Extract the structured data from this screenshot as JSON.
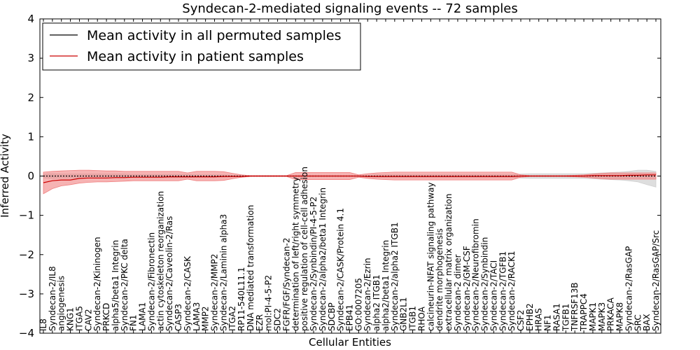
{
  "chart_data": {
    "type": "line",
    "title": "Syndecan-2-mediated signaling events -- 72 samples",
    "xlabel": "Cellular Entities",
    "ylabel": "Inferred Activity",
    "ylim": [
      -4,
      4
    ],
    "yticks": [
      "−4",
      "−3",
      "−2",
      "−1",
      "0",
      "1",
      "2",
      "3",
      "4"
    ],
    "grid": false,
    "legend_position": "top-left",
    "colors": {
      "permuted_line": "#000000",
      "patient_line": "#cc0000",
      "permuted_band": "#d0d0d0",
      "patient_band": "#f08080"
    },
    "categories": [
      "IL8",
      "Syndecan-2/IL8",
      "angiogenesis",
      "KNG1",
      "ITGA5",
      "CAV2",
      "Syndecan-2/Kininogen",
      "PRKCD",
      "alpha5/beta1 Integrin",
      "Syndecan-2/PKC delta",
      "FN1",
      "LAMA1",
      "Syndecan-2/Fibronectin",
      "actin cytoskeleton reorganization",
      "Syndecan-2/Caveolin-2/Ras",
      "CASP3",
      "Syndecan-2/CASK",
      "LAMA3",
      "MMP2",
      "Syndecan-2/MMP2",
      "Syndecan-2/Laminin alpha3",
      "ITGA2",
      "RP11-540L11.1",
      "DNA mediated transformation",
      "EZR",
      "mol:PI-4-5-P2",
      "SDC2",
      "FGFR/FGF/Syndecan-2",
      "determination of left/right symmetry",
      "positive regulation of cell-cell adhesion",
      "Syndecan-2/Synbindin/PI-4-5-P2",
      "Syndecan-2/alpha2/beta1 Integrin",
      "SDCBP",
      "Syndecan-2/CASK/Protein 4.1",
      "EPB41",
      "GO:0007205",
      "Syndecan-2/Ezrin",
      "alpha2 ITGB1",
      "alpha2/beta1 Integrin",
      "Syndecan-2/alpha2 ITGB1",
      "GNB2L1",
      "ITGB1",
      "RHOA",
      "calcineurin-NFAT signaling pathway",
      "dendrite morphogenesis",
      "extracellular matrix organization",
      "Syndecan-2 dimer",
      "Syndecan-2/GM-CSF",
      "Syndecan-2/Neurofibromin",
      "Syndecan-2/Synbindin",
      "Syndecan-2/TACI",
      "Syndecan-2/TGFB1",
      "Syndecan-2/RACK1",
      "CSF2",
      "EPHB2",
      "HRAS",
      "NF1",
      "RASA1",
      "TGFB1",
      "TNFRSF13B",
      "TRAPPC4",
      "MAPK1",
      "MAPK3",
      "PRKACA",
      "MAPK8",
      "Syndecan-2/RasGAP",
      "SRC",
      "BAX",
      "Syndecan-2/RasGAP/Src"
    ],
    "series": [
      {
        "name": "Mean activity in all permuted samples",
        "values": [
          0,
          0,
          0,
          0,
          0,
          0,
          0,
          0,
          0,
          0,
          0,
          0,
          0,
          0,
          0,
          0,
          0,
          0,
          0,
          0,
          0,
          0,
          0,
          0,
          0,
          0,
          0,
          0,
          0,
          0,
          0,
          0,
          0,
          0,
          0,
          0,
          0,
          0,
          0,
          0,
          0,
          0,
          0,
          0,
          0,
          0,
          0,
          0,
          0,
          0,
          0,
          0,
          0,
          0,
          0,
          0,
          0,
          0,
          0,
          0,
          0,
          0,
          0,
          0,
          0,
          0,
          0,
          0,
          0
        ],
        "band_low": [
          -0.05,
          -0.06,
          -0.05,
          -0.05,
          -0.05,
          -0.05,
          -0.05,
          -0.05,
          -0.05,
          -0.05,
          -0.04,
          -0.04,
          -0.04,
          -0.04,
          -0.04,
          -0.04,
          -0.04,
          -0.03,
          -0.03,
          -0.03,
          -0.03,
          -0.02,
          -0.02,
          -0.01,
          -0.01,
          -0.01,
          -0.01,
          -0.01,
          -0.01,
          -0.01,
          -0.01,
          -0.01,
          -0.01,
          -0.01,
          -0.01,
          -0.01,
          -0.02,
          -0.03,
          -0.03,
          -0.03,
          -0.03,
          -0.03,
          -0.03,
          -0.03,
          -0.03,
          -0.03,
          -0.03,
          -0.03,
          -0.03,
          -0.03,
          -0.03,
          -0.03,
          -0.03,
          -0.05,
          -0.06,
          -0.06,
          -0.06,
          -0.06,
          -0.06,
          -0.06,
          -0.06,
          -0.07,
          -0.08,
          -0.09,
          -0.1,
          -0.12,
          -0.15,
          -0.22,
          -0.28
        ],
        "band_high": [
          0.05,
          0.06,
          0.05,
          0.05,
          0.05,
          0.05,
          0.05,
          0.05,
          0.05,
          0.05,
          0.04,
          0.04,
          0.04,
          0.04,
          0.04,
          0.04,
          0.04,
          0.03,
          0.03,
          0.03,
          0.03,
          0.02,
          0.02,
          0.01,
          0.01,
          0.01,
          0.01,
          0.01,
          0.01,
          0.01,
          0.01,
          0.01,
          0.01,
          0.01,
          0.01,
          0.01,
          0.02,
          0.03,
          0.03,
          0.03,
          0.03,
          0.03,
          0.03,
          0.03,
          0.03,
          0.03,
          0.03,
          0.03,
          0.03,
          0.03,
          0.03,
          0.03,
          0.03,
          0.05,
          0.06,
          0.06,
          0.06,
          0.06,
          0.06,
          0.06,
          0.06,
          0.07,
          0.08,
          0.09,
          0.1,
          0.12,
          0.15,
          0.15,
          0.12
        ]
      },
      {
        "name": "Mean activity in patient samples",
        "values": [
          -0.17,
          -0.12,
          -0.1,
          -0.1,
          -0.06,
          -0.05,
          -0.05,
          -0.05,
          -0.04,
          -0.04,
          -0.03,
          -0.03,
          -0.03,
          -0.03,
          -0.02,
          -0.02,
          -0.02,
          -0.02,
          -0.02,
          -0.02,
          -0.01,
          -0.01,
          -0.01,
          0,
          0,
          0,
          0,
          0,
          0,
          0,
          0,
          0,
          0,
          0,
          0,
          0,
          -0.01,
          -0.01,
          -0.01,
          -0.01,
          -0.01,
          -0.01,
          -0.01,
          -0.01,
          -0.01,
          -0.01,
          -0.01,
          -0.01,
          -0.01,
          -0.01,
          -0.01,
          -0.01,
          -0.01,
          0,
          0,
          0,
          0,
          0,
          0,
          0,
          0,
          0.01,
          0.01,
          0.01,
          0.01,
          0.02,
          0.02,
          0.03,
          0.03
        ],
        "band_low": [
          -0.45,
          -0.32,
          -0.25,
          -0.22,
          -0.18,
          -0.16,
          -0.15,
          -0.15,
          -0.14,
          -0.13,
          -0.12,
          -0.12,
          -0.12,
          -0.12,
          -0.12,
          -0.12,
          -0.08,
          -0.12,
          -0.12,
          -0.12,
          -0.11,
          -0.07,
          -0.03,
          -0.01,
          -0.01,
          -0.01,
          -0.01,
          -0.01,
          -0.09,
          -0.09,
          -0.09,
          -0.09,
          -0.09,
          -0.09,
          -0.09,
          -0.03,
          -0.06,
          -0.08,
          -0.09,
          -0.1,
          -0.1,
          -0.1,
          -0.1,
          -0.1,
          -0.1,
          -0.1,
          -0.1,
          -0.1,
          -0.1,
          -0.1,
          -0.1,
          -0.1,
          -0.1,
          -0.03,
          -0.01,
          -0.01,
          -0.01,
          -0.01,
          -0.01,
          -0.02,
          -0.03,
          -0.05,
          -0.07,
          -0.08,
          -0.08,
          -0.08,
          -0.08,
          -0.08,
          -0.08
        ],
        "band_high": [
          0.1,
          0.12,
          0.13,
          0.14,
          0.15,
          0.15,
          0.14,
          0.13,
          0.13,
          0.12,
          0.12,
          0.12,
          0.12,
          0.12,
          0.12,
          0.12,
          0.08,
          0.12,
          0.12,
          0.12,
          0.11,
          0.07,
          0.03,
          0.01,
          0.01,
          0.01,
          0.01,
          0.01,
          0.09,
          0.09,
          0.09,
          0.09,
          0.09,
          0.09,
          0.09,
          0.03,
          0.06,
          0.08,
          0.09,
          0.1,
          0.1,
          0.1,
          0.1,
          0.1,
          0.1,
          0.1,
          0.1,
          0.1,
          0.1,
          0.1,
          0.1,
          0.1,
          0.1,
          0.03,
          0.01,
          0.01,
          0.01,
          0.01,
          0.01,
          0.02,
          0.03,
          0.05,
          0.07,
          0.08,
          0.08,
          0.08,
          0.08,
          0.08,
          0.08
        ]
      }
    ]
  }
}
